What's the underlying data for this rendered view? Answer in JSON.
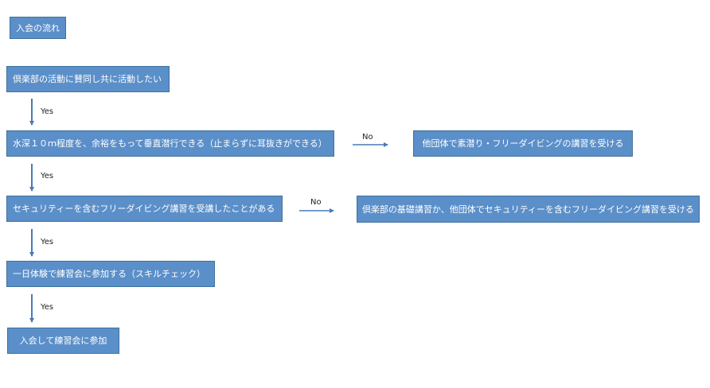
{
  "flow": {
    "title": "入会の流れ",
    "steps": [
      "倶楽部の活動に賛同し共に活動したい",
      "水深１０ｍ程度を、余裕をもって垂直潜行できる（止まらずに耳抜きができる）",
      "セキュリティーを含むフリーダイビング講習を受講したことがある",
      "一日体験で練習会に参加する（スキルチェック）",
      "入会して練習会に参加"
    ],
    "alternatives": [
      "他団体で素潜り・フリーダイビングの講習を受ける",
      "倶楽部の基礎講習か、他団体でセキュリティーを含むフリーダイビング講習を受ける"
    ],
    "yes_label": "Yes",
    "no_label": "No"
  },
  "colors": {
    "box_fill": "#5b8fc9",
    "box_border": "#41719c",
    "box_text": "#ffffff",
    "arrow": "#4a7ab5"
  }
}
